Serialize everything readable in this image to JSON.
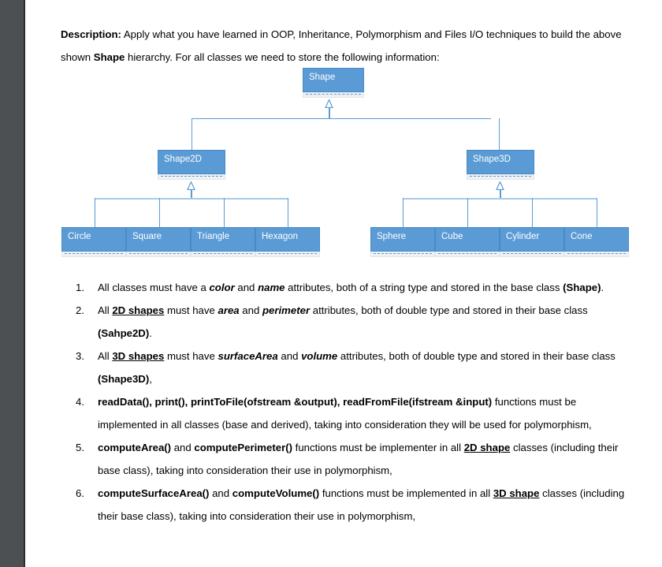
{
  "theme": {
    "rail_color": "#4d5052",
    "node_fill": "#5b9bd5",
    "node_border": "#4a8ac4",
    "connector_color": "#5b9bd5",
    "connector_pale": "#a8cbea",
    "page_background": "#ffffff",
    "text_color": "#000000"
  },
  "intro": {
    "label": "Description:",
    "text_part1": " Apply what you have learned in OOP, Inheritance, Polymorphism and Files I/O techniques to build the above shown ",
    "emphasis": "Shape",
    "text_part2": " hierarchy. For all classes we need to store the following information:"
  },
  "diagram": {
    "type": "uml-class-hierarchy",
    "relationship": "generalization",
    "root": "Shape",
    "nodes": [
      {
        "id": "shape",
        "label": "Shape",
        "level": 0,
        "parent": null
      },
      {
        "id": "shape2d",
        "label": "Shape2D",
        "level": 1,
        "parent": "shape"
      },
      {
        "id": "shape3d",
        "label": "Shape3D",
        "level": 1,
        "parent": "shape"
      },
      {
        "id": "circle",
        "label": "Circle",
        "level": 2,
        "parent": "shape2d"
      },
      {
        "id": "square",
        "label": "Square",
        "level": 2,
        "parent": "shape2d"
      },
      {
        "id": "triangle",
        "label": "Triangle",
        "level": 2,
        "parent": "shape2d"
      },
      {
        "id": "hexagon",
        "label": "Hexagon",
        "level": 2,
        "parent": "shape2d"
      },
      {
        "id": "sphere",
        "label": "Sphere",
        "level": 2,
        "parent": "shape3d"
      },
      {
        "id": "cube",
        "label": "Cube",
        "level": 2,
        "parent": "shape3d"
      },
      {
        "id": "cylinder",
        "label": "Cylinder",
        "level": 2,
        "parent": "shape3d"
      },
      {
        "id": "cone",
        "label": "Cone",
        "level": 2,
        "parent": "shape3d"
      }
    ]
  },
  "requirements": [
    {
      "number": "1.",
      "segments": [
        {
          "t": "All classes must have a ",
          "s": "plain"
        },
        {
          "t": "color",
          "s": "bold-italic"
        },
        {
          "t": " and ",
          "s": "plain"
        },
        {
          "t": "name",
          "s": "bold-italic"
        },
        {
          "t": " attributes, both of a string type and stored in the base class ",
          "s": "plain"
        },
        {
          "t": "(Shape)",
          "s": "bold"
        },
        {
          "t": ".",
          "s": "plain"
        }
      ]
    },
    {
      "number": "2.",
      "segments": [
        {
          "t": "All ",
          "s": "plain"
        },
        {
          "t": "2D shapes",
          "s": "bold-underline"
        },
        {
          "t": " must have ",
          "s": "plain"
        },
        {
          "t": "area",
          "s": "bold-italic"
        },
        {
          "t": " and ",
          "s": "plain"
        },
        {
          "t": "perimeter",
          "s": "bold-italic"
        },
        {
          "t": " attributes, both of double type and stored in their base class ",
          "s": "plain"
        },
        {
          "t": "(Sahpe2D)",
          "s": "bold"
        },
        {
          "t": ".",
          "s": "plain"
        }
      ]
    },
    {
      "number": "3.",
      "segments": [
        {
          "t": "All ",
          "s": "plain"
        },
        {
          "t": "3D shapes",
          "s": "bold-underline"
        },
        {
          "t": " must have ",
          "s": "plain"
        },
        {
          "t": "surfaceArea",
          "s": "bold-italic"
        },
        {
          "t": " and ",
          "s": "plain"
        },
        {
          "t": "volume",
          "s": "bold-italic"
        },
        {
          "t": " attributes, both of double type and stored in their base class ",
          "s": "plain"
        },
        {
          "t": "(Shape3D)",
          "s": "bold"
        },
        {
          "t": ",",
          "s": "plain"
        }
      ]
    },
    {
      "number": "4.",
      "segments": [
        {
          "t": "readData(), print(), printToFile(ofstream &output), readFromFile(ifstream &input)",
          "s": "bold"
        },
        {
          "t": " functions must be implemented in all classes (base and derived), taking into consideration they will be used for polymorphism,",
          "s": "plain"
        }
      ]
    },
    {
      "number": "5.",
      "segments": [
        {
          "t": "computeArea()",
          "s": "bold"
        },
        {
          "t": " and ",
          "s": "plain"
        },
        {
          "t": "computePerimeter()",
          "s": "bold"
        },
        {
          "t": " functions must be implementer in all ",
          "s": "plain"
        },
        {
          "t": "2D shape",
          "s": "bold-underline"
        },
        {
          "t": " classes (including their base class), taking into consideration their use in polymorphism,",
          "s": "plain"
        }
      ]
    },
    {
      "number": "6.",
      "segments": [
        {
          "t": "computeSurfaceArea()",
          "s": "bold"
        },
        {
          "t": " and ",
          "s": "plain"
        },
        {
          "t": "computeVolume()",
          "s": "bold"
        },
        {
          "t": " functions must be implemented in all ",
          "s": "plain"
        },
        {
          "t": "3D shape",
          "s": "bold-underline"
        },
        {
          "t": " classes (including their base class), taking into consideration their use in polymorphism,",
          "s": "plain"
        }
      ]
    }
  ]
}
